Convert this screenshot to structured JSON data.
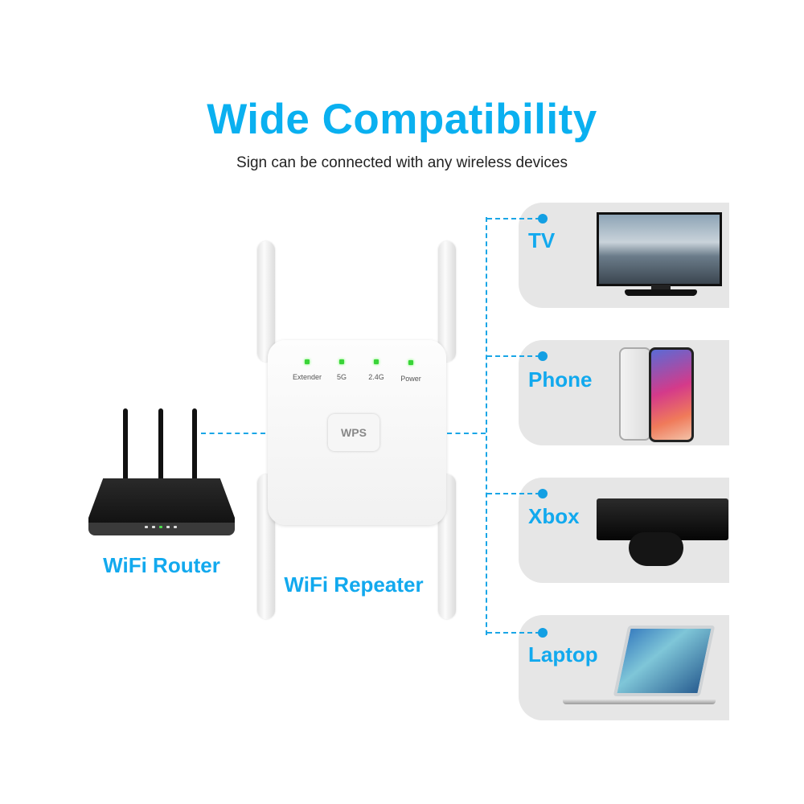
{
  "header": {
    "title": "Wide Compatibility",
    "subtitle": "Sign can be connected with any wireless devices"
  },
  "colors": {
    "accent_blue": "#0ab0f0",
    "card_gray": "#e6e6e6",
    "led_green": "#39d438"
  },
  "router": {
    "label": "WiFi Router",
    "icon": "wifi-router-icon"
  },
  "repeater": {
    "label": "WiFi Repeater",
    "indicators": [
      {
        "label": "Extender",
        "state": "on"
      },
      {
        "label": "5G",
        "state": "on"
      },
      {
        "label": "2.4G",
        "state": "on"
      },
      {
        "label": "Power",
        "state": "on"
      }
    ],
    "wps_button": "WPS"
  },
  "devices": [
    {
      "label": "TV",
      "icon": "tv-icon"
    },
    {
      "label": "Phone",
      "icon": "phone-icon"
    },
    {
      "label": "Xbox",
      "icon": "game-console-icon"
    },
    {
      "label": "Laptop",
      "icon": "laptop-icon"
    }
  ]
}
